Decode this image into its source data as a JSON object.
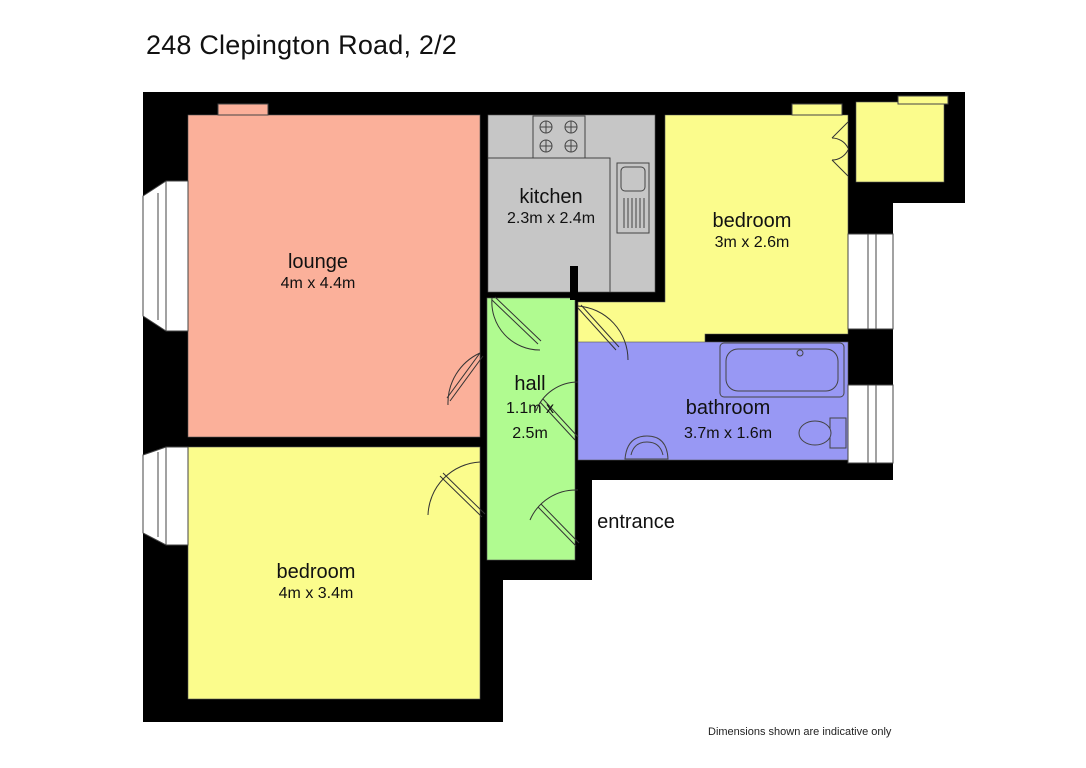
{
  "title": "248 Clepington Road, 2/2",
  "disclaimer": "Dimensions shown are indicative only",
  "colors": {
    "wall": "#000000",
    "lounge": "#fbb09a",
    "kitchen": "#c6c6c6",
    "bedroom": "#fbfc8c",
    "hall": "#b0fb90",
    "bathroom": "#9898f4",
    "window": "#ffffff"
  },
  "rooms": {
    "lounge": {
      "name": "lounge",
      "dims": "4m x 4.4m"
    },
    "kitchen": {
      "name": "kitchen",
      "dims": "2.3m x 2.4m"
    },
    "bedroom_top": {
      "name": "bedroom",
      "dims": "3m x 2.6m"
    },
    "hall": {
      "name": "hall",
      "dims_line1": "1.1m x",
      "dims_line2": "2.5m"
    },
    "bathroom": {
      "name": "bathroom",
      "dims": "3.7m x 1.6m"
    },
    "bedroom_bottom": {
      "name": "bedroom",
      "dims": "4m x 3.4m"
    }
  },
  "entrance_label": "entrance"
}
